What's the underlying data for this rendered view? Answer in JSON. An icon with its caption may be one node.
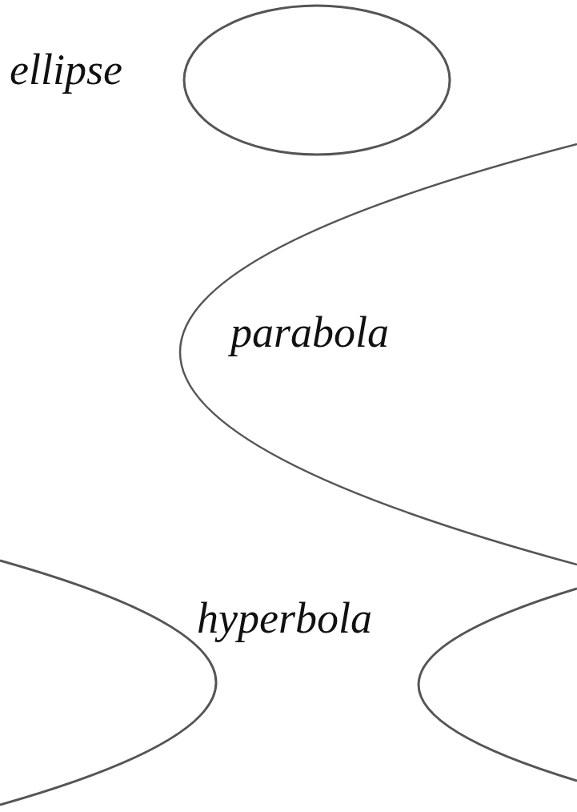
{
  "diagram": {
    "labels": [
      "ellipse",
      "parabola",
      "hyperbola"
    ]
  }
}
